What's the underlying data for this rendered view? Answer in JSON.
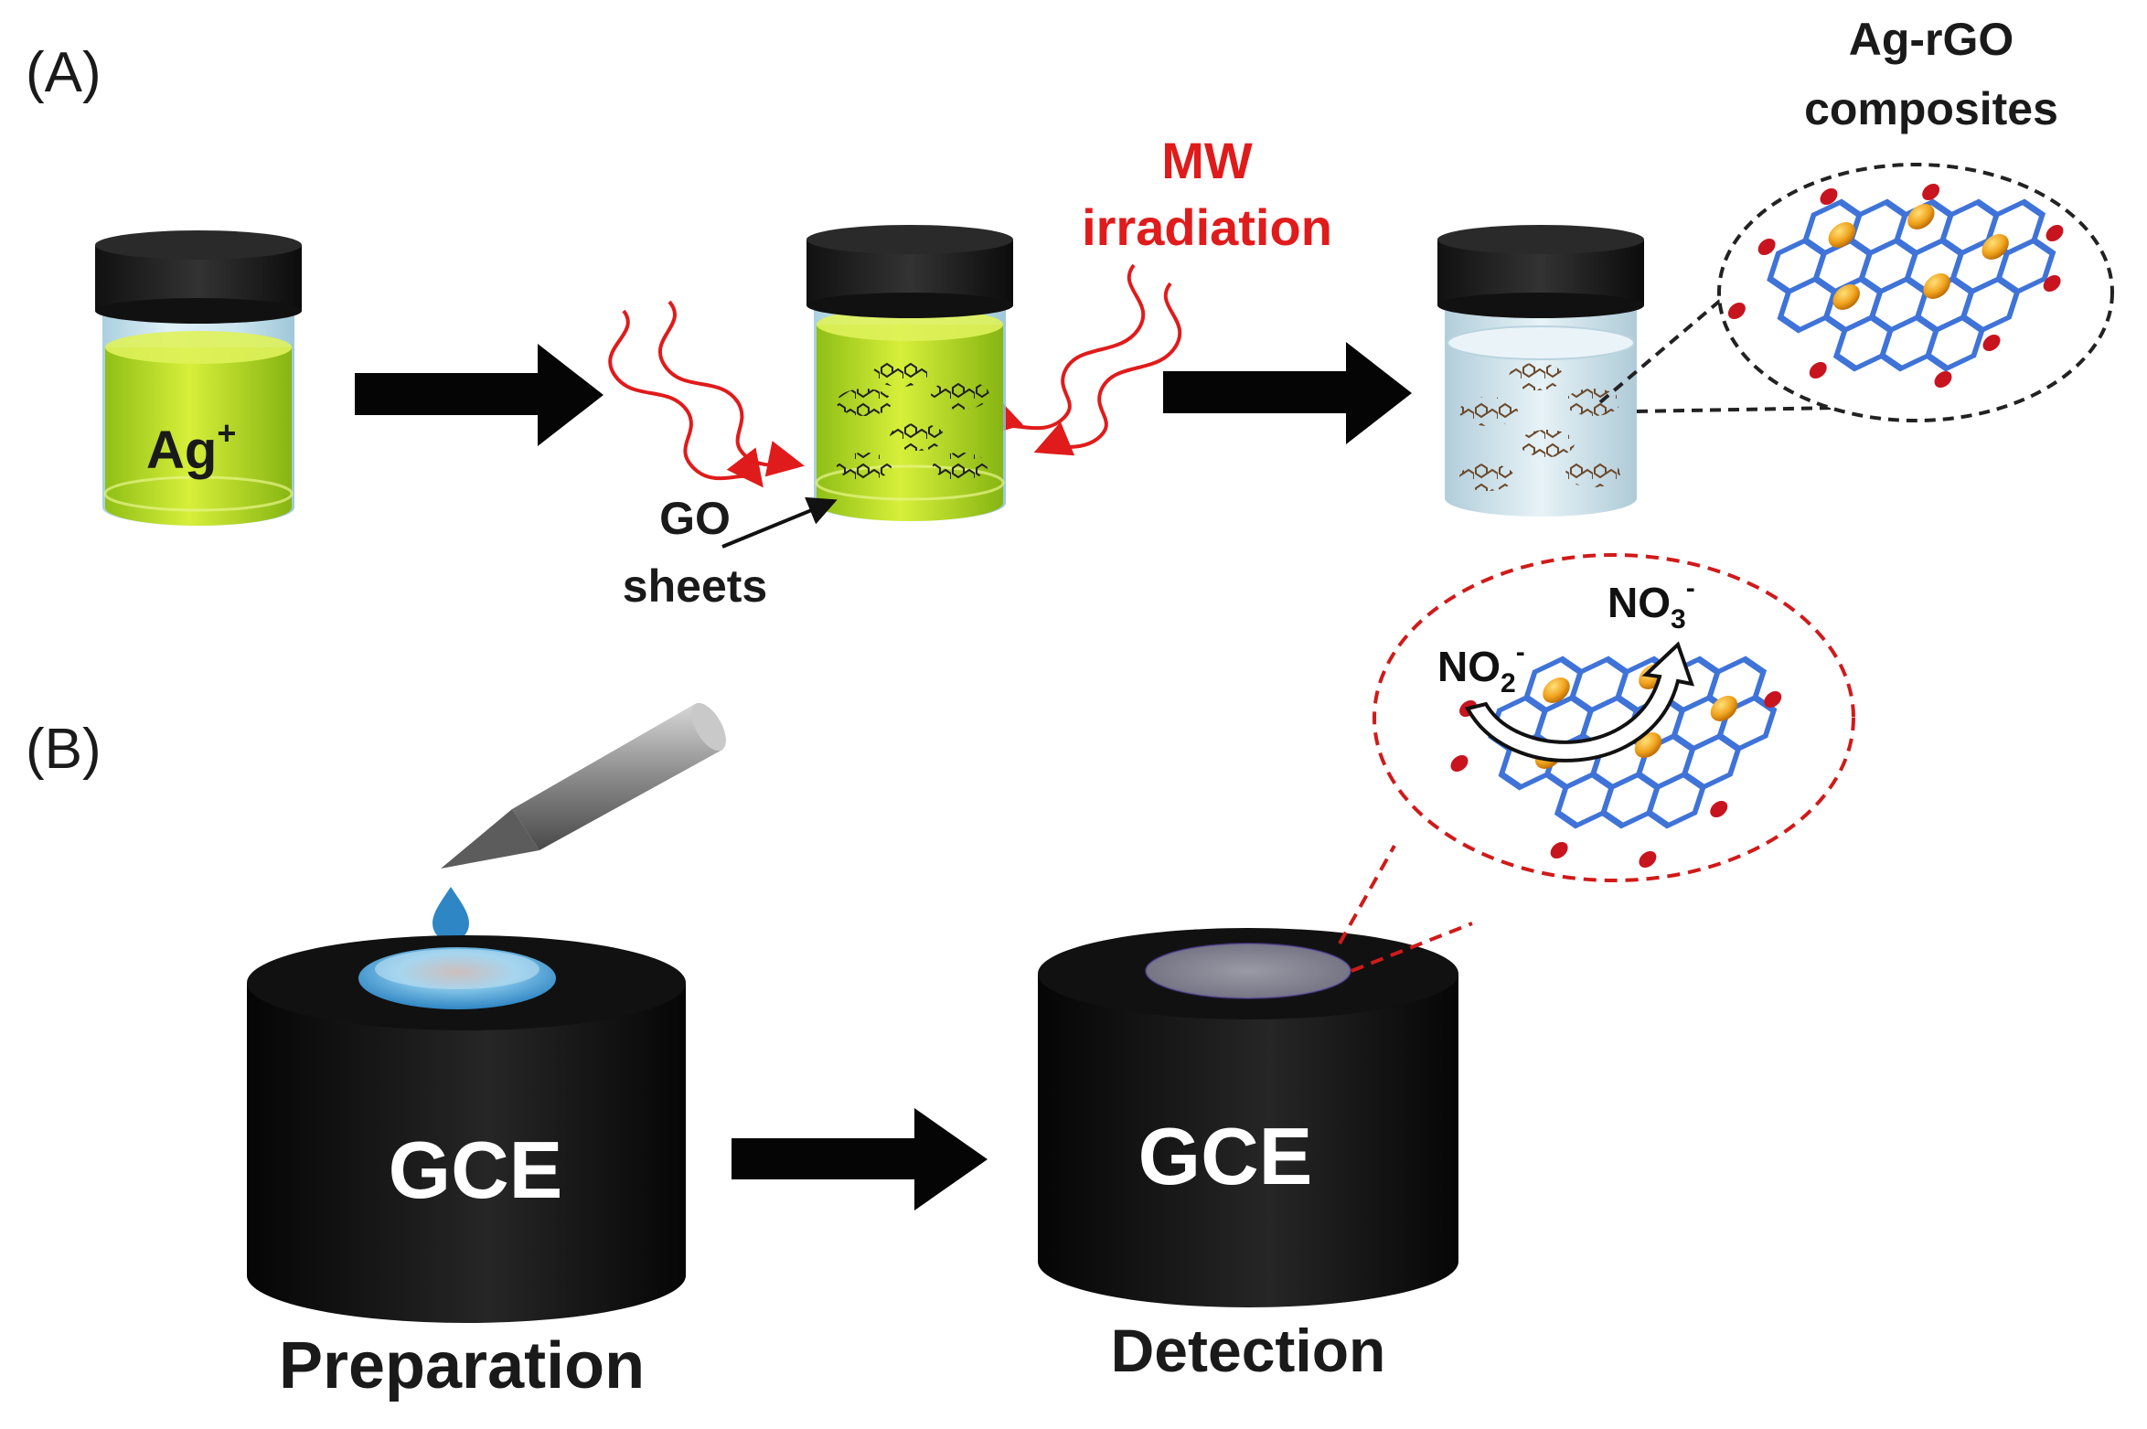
{
  "panel_a": {
    "label": "(A)",
    "jar1_label": "Ag",
    "jar1_label_sup": "+",
    "mw_line1": "MW",
    "mw_line2": "irradiation",
    "go_line1": "GO",
    "go_line2": "sheets",
    "composite_line1": "Ag-rGO",
    "composite_line2": "composites"
  },
  "panel_b": {
    "label": "(B)",
    "gce_left": "GCE",
    "gce_right": "GCE",
    "step1": "Preparation",
    "step2": "Detection",
    "nitrite": "NO",
    "nitrite_sub": "2",
    "nitrite_sup": "-",
    "nitrate": "NO",
    "nitrate_sub": "3",
    "nitrate_sup": "-"
  },
  "colors": {
    "solution_green": "#b9dc1e",
    "jar_cap": "#1b1b1b",
    "mw_red": "#e01b1b",
    "carbon_blue": "#3f73d8",
    "oxygen_red": "#c8141e",
    "silver_orange": "#f0a21c",
    "electrode_black": "#0d0d0d"
  }
}
